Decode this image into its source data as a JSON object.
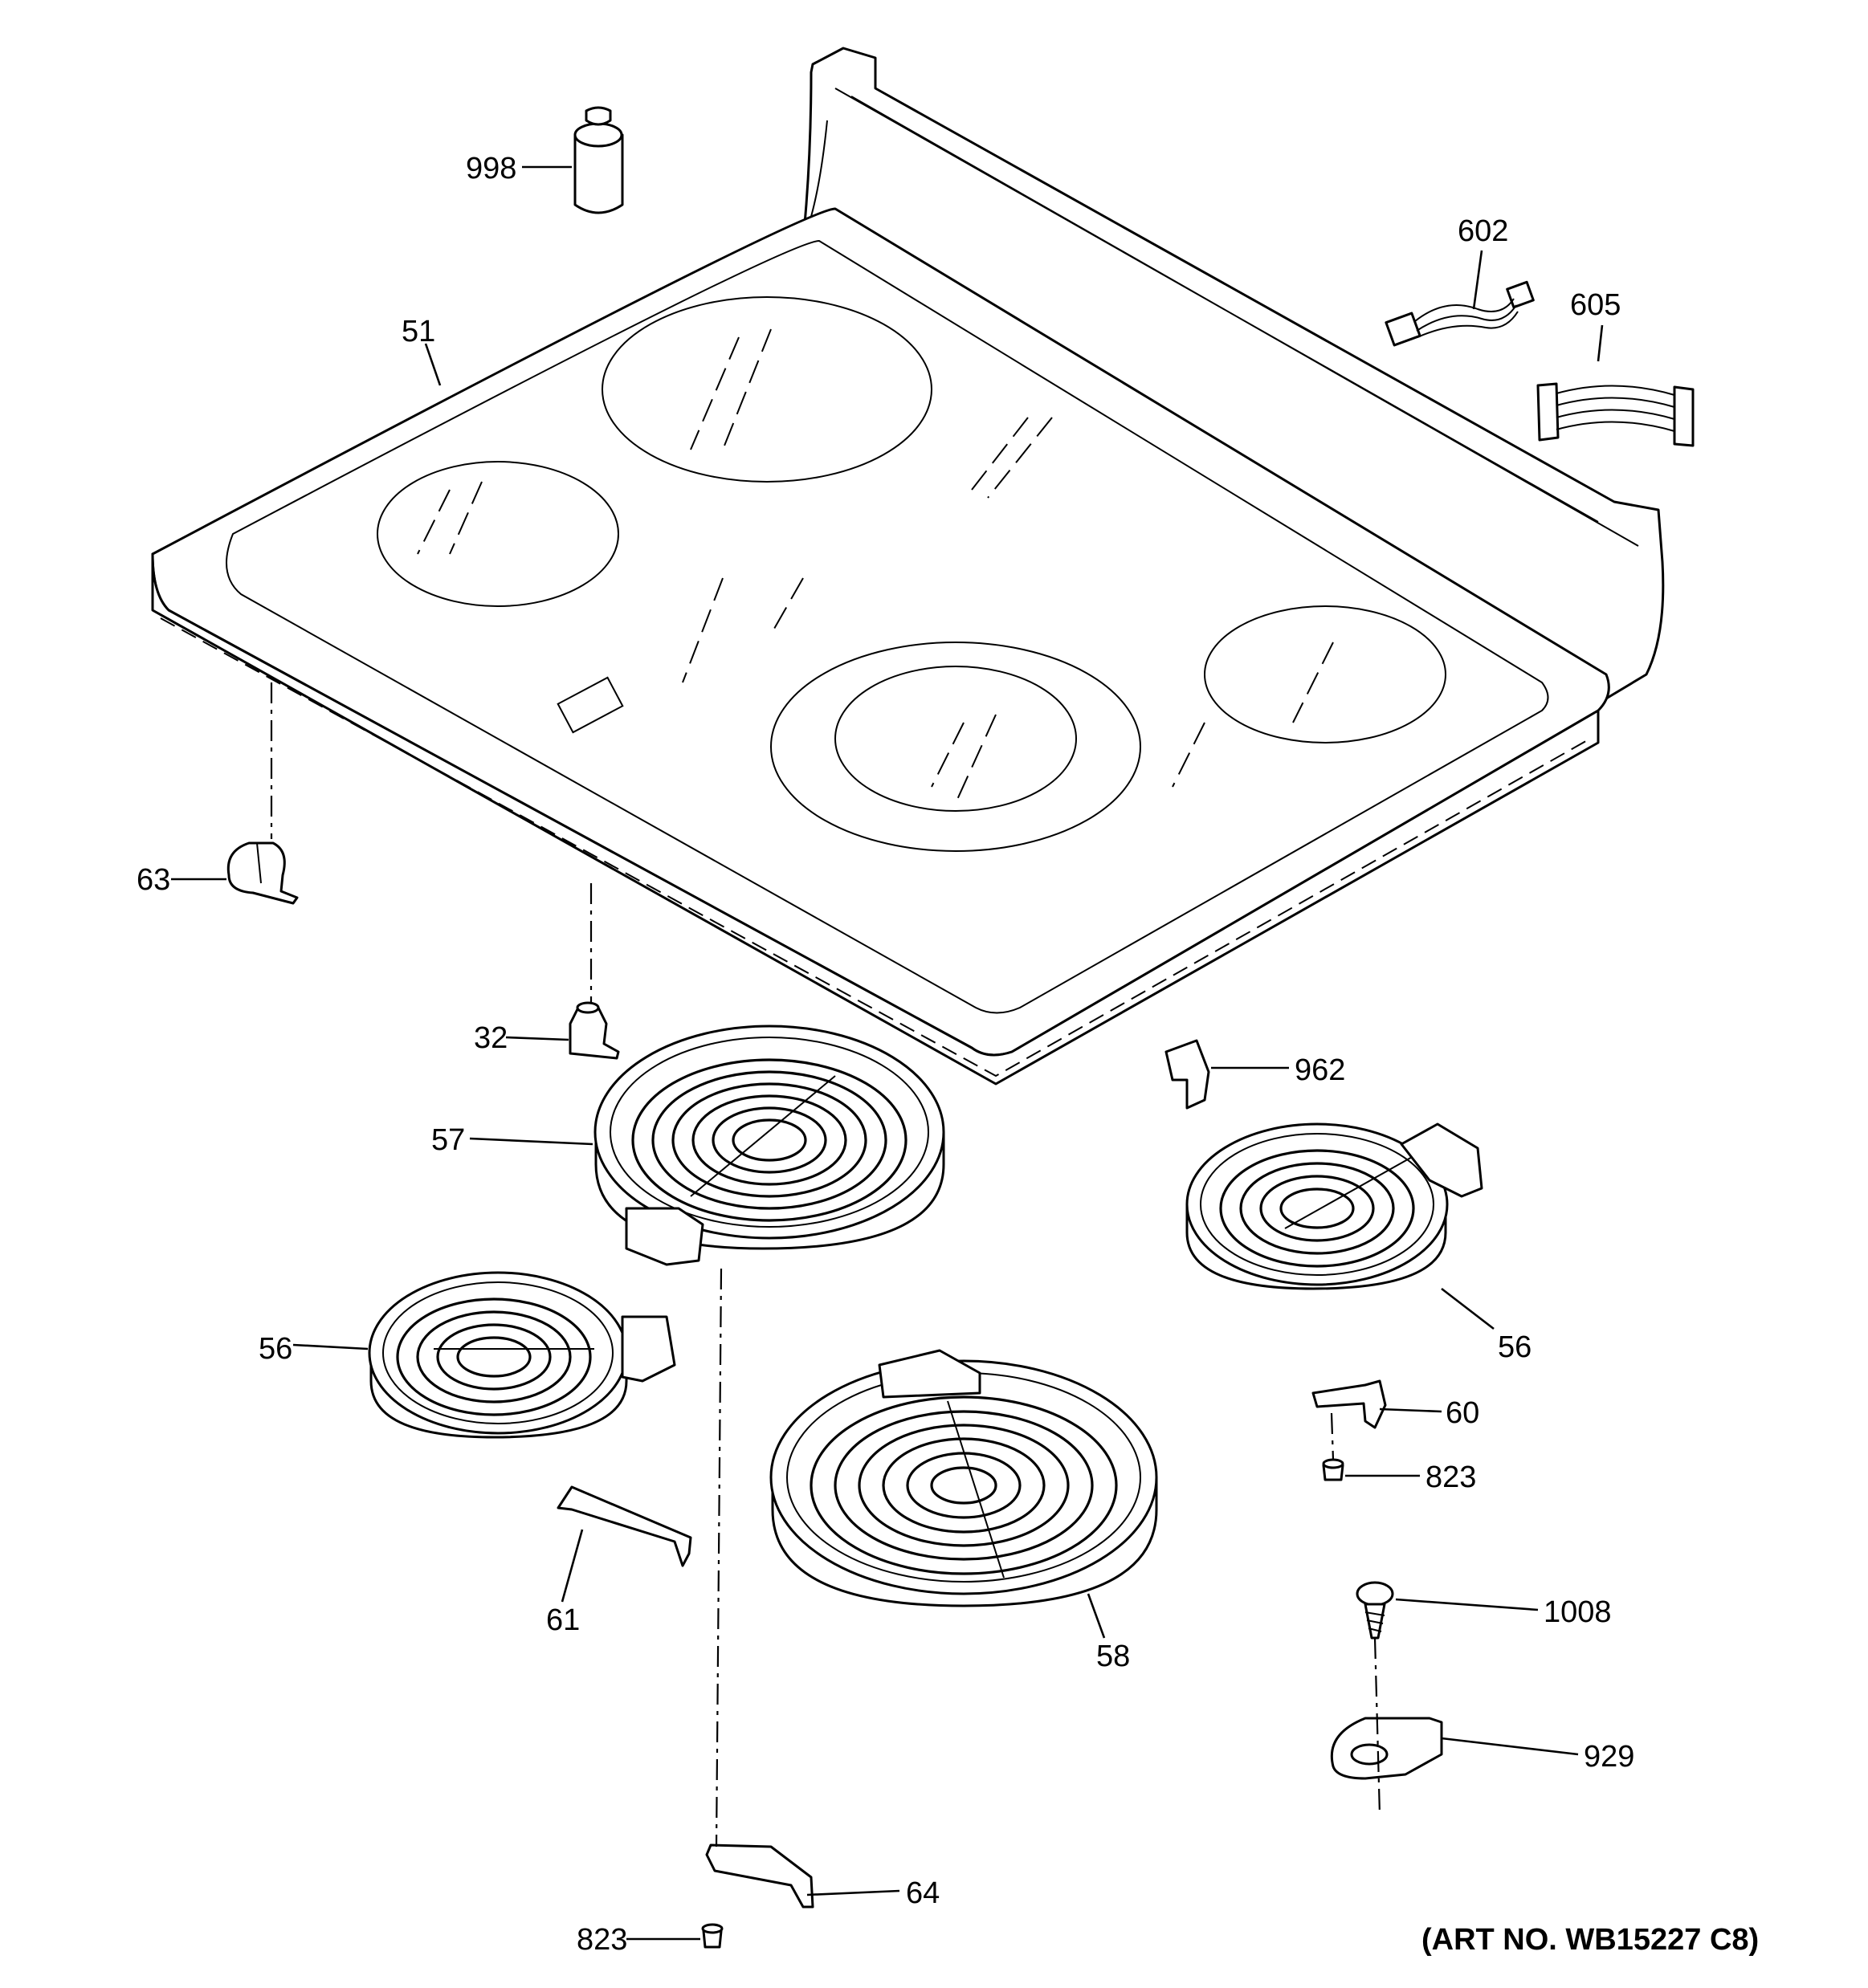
{
  "art_number": "(ART NO. WB15227 C8)",
  "callouts": {
    "c998": "998",
    "c51": "51",
    "c602": "602",
    "c605": "605",
    "c63": "63",
    "c32": "32",
    "c962": "962",
    "c57": "57",
    "c56_left": "56",
    "c56_right": "56",
    "c60": "60",
    "c823_right": "823",
    "c61": "61",
    "c58": "58",
    "c1008": "1008",
    "c929": "929",
    "c64": "64",
    "c823_bottom": "823"
  }
}
